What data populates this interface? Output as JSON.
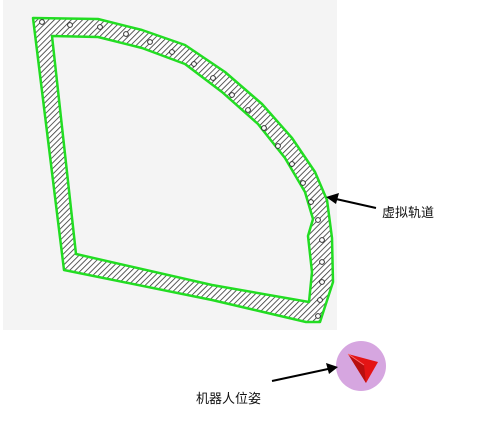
{
  "annotations": {
    "virtual_track": "虚拟轨道",
    "robot_pose": "机器人位姿"
  },
  "colors": {
    "track_outline": "#22dd22",
    "track_hatch": "#333333",
    "viewport_bg": "#f4f4f4",
    "robot_circle": "#d6a6e0",
    "robot_arrow": "#e41414",
    "arrow": "#000000"
  },
  "icons": {
    "robot": "red-arrowhead-in-circle"
  }
}
